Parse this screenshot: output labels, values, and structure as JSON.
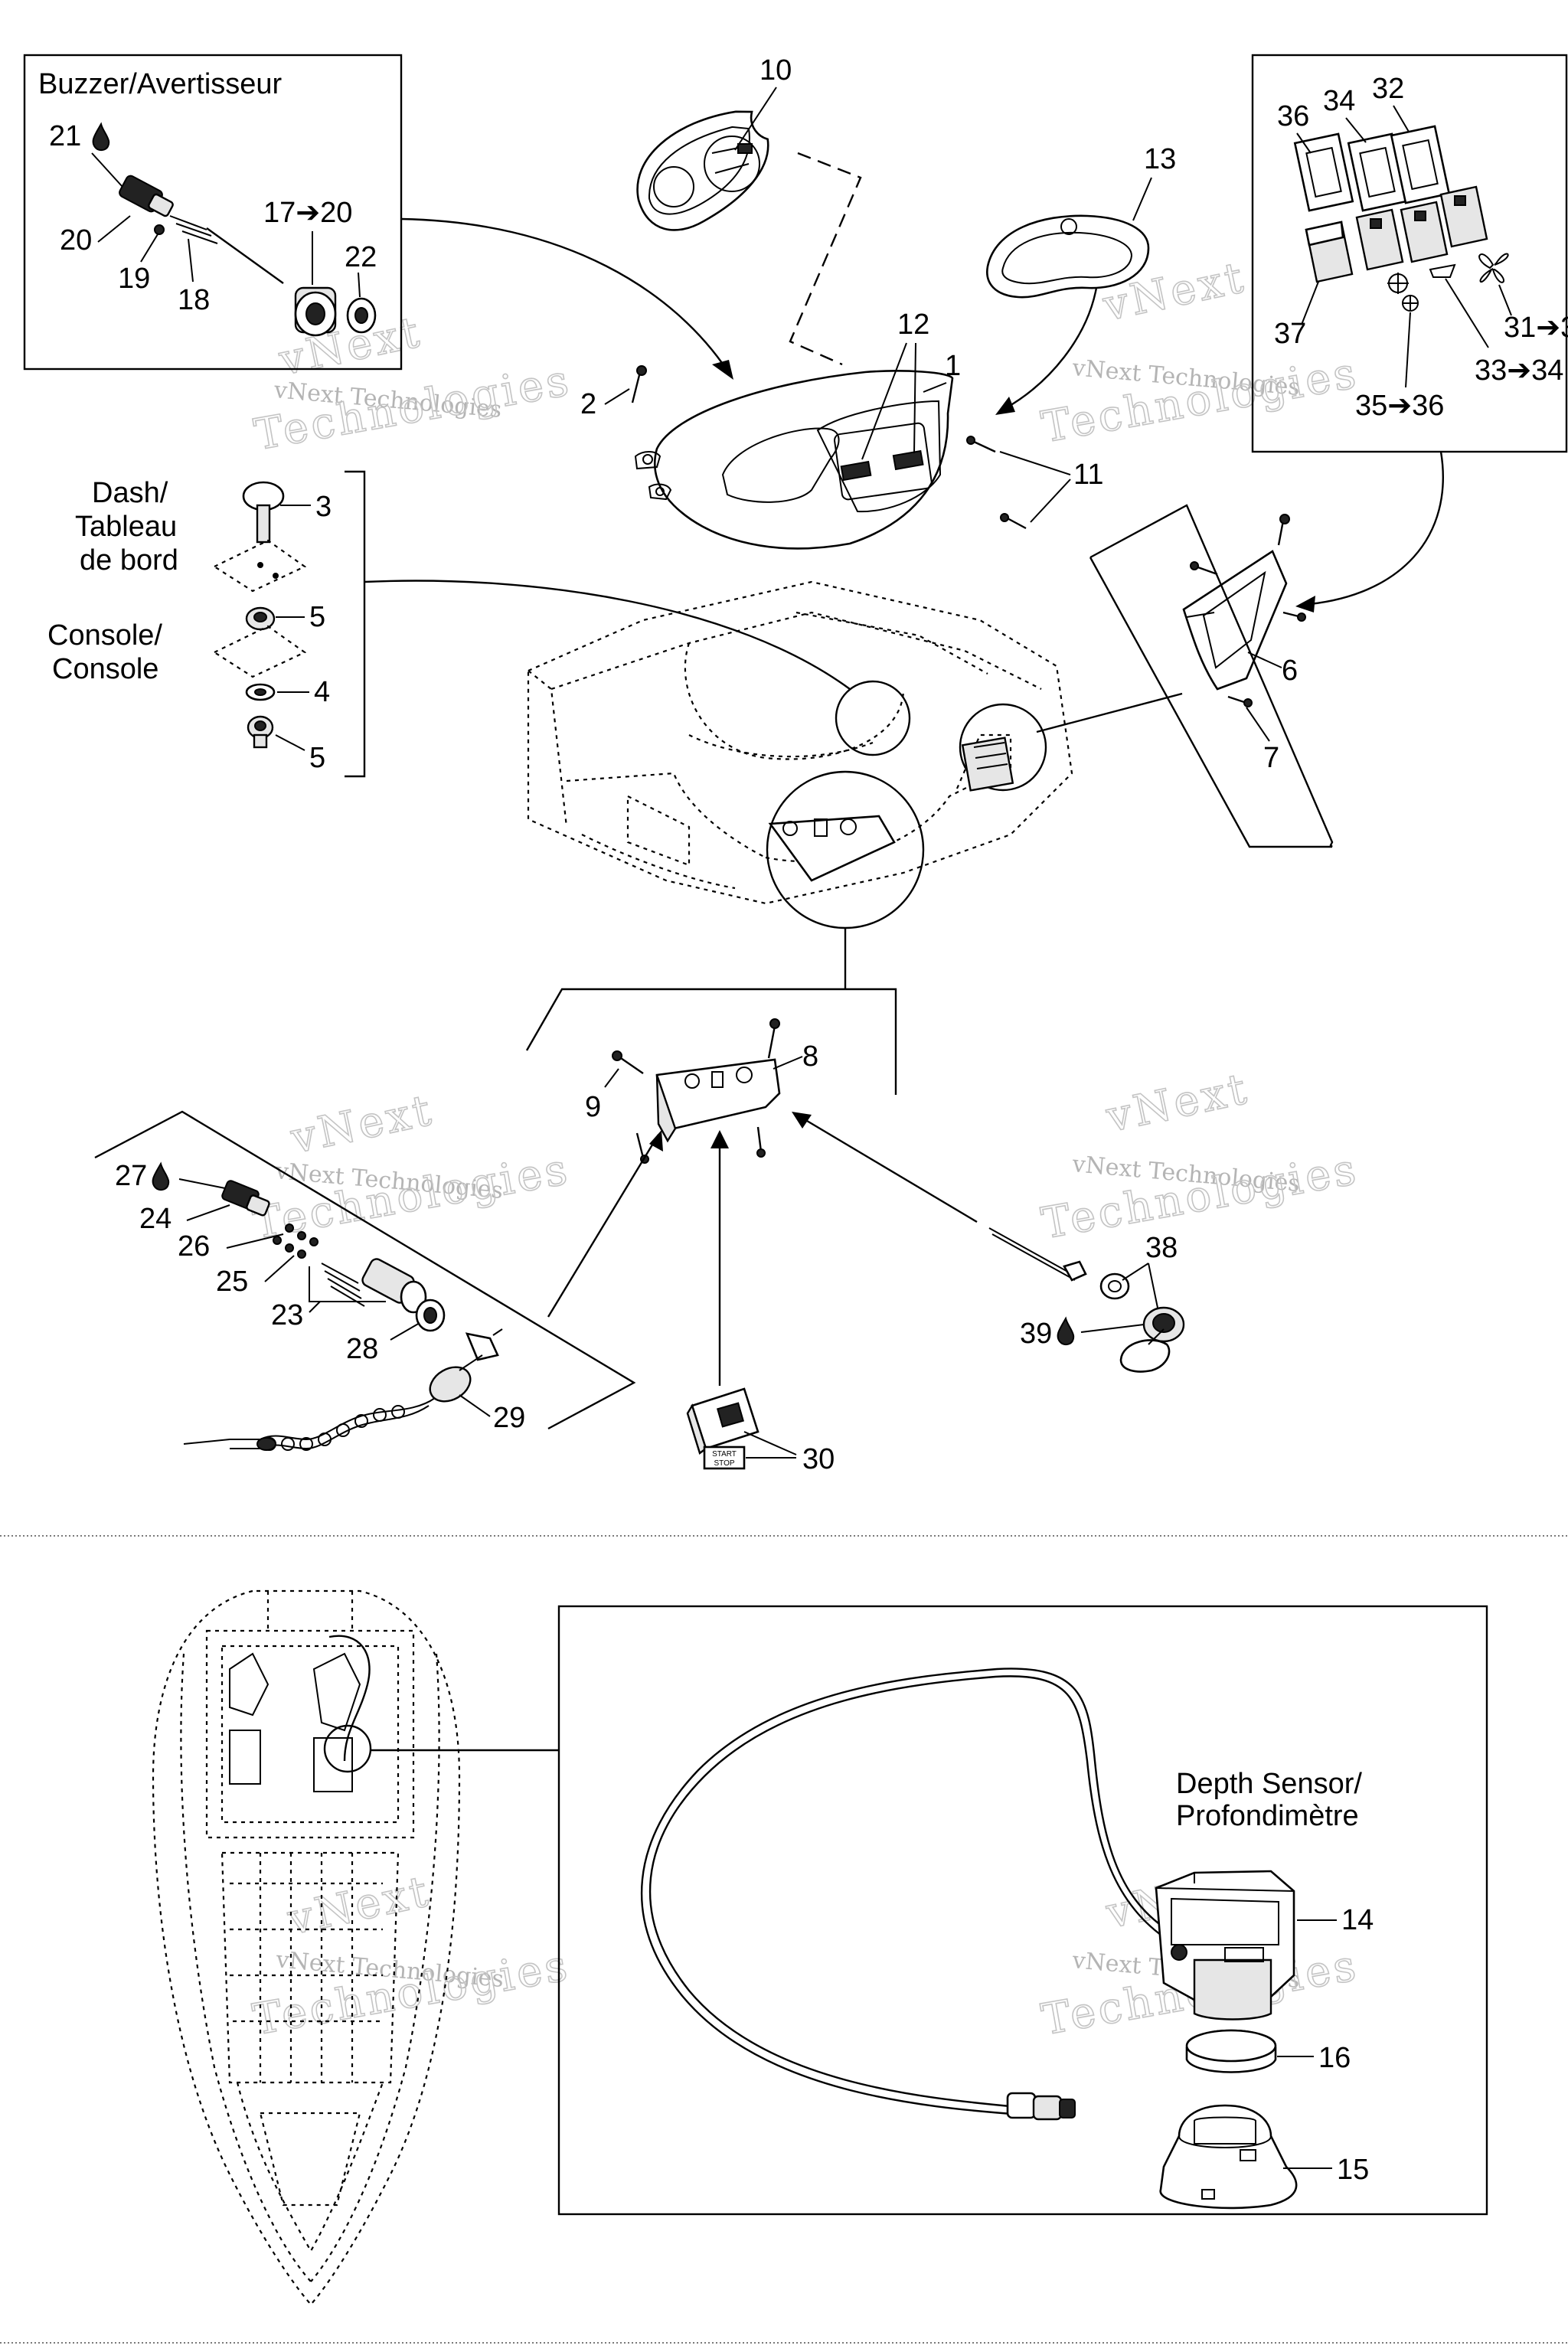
{
  "captions": {
    "buzzer": "Buzzer/Avertisseur",
    "dash_line1": "Dash/",
    "dash_line2": "Tableau",
    "dash_line3": "de bord",
    "console_line1": "Console/",
    "console_line2": "Console",
    "depth_line1": "Depth Sensor/",
    "depth_line2": "Profondimètre"
  },
  "callouts": {
    "c1": "1",
    "c2": "2",
    "c3": "3",
    "c4": "4",
    "c5a": "5",
    "c5b": "5",
    "c6": "6",
    "c7": "7",
    "c8": "8",
    "c9": "9",
    "c10": "10",
    "c11": "11",
    "c12": "12",
    "c13": "13",
    "c14": "14",
    "c15": "15",
    "c16": "16",
    "c17": "17➔20",
    "c18": "18",
    "c19": "19",
    "c20": "20",
    "c21": "21",
    "c22": "22",
    "c23": "23",
    "c24": "24",
    "c25": "25",
    "c26": "26",
    "c27": "27",
    "c28": "28",
    "c29": "29",
    "c30": "30",
    "c31": "31➔3",
    "c32": "32",
    "c33": "33➔34",
    "c34": "34",
    "c35": "35➔36",
    "c36": "36",
    "c37": "37",
    "c38": "38",
    "c39": "39"
  },
  "icons": {
    "drop": "liquid-drop-icon",
    "fan": "fan-icon"
  },
  "switch_text": {
    "start_stop_line1": "START",
    "start_stop_line2": "STOP"
  },
  "watermark": {
    "small": "vNext Technologies",
    "large": "Technologies",
    "top": "vNext"
  }
}
